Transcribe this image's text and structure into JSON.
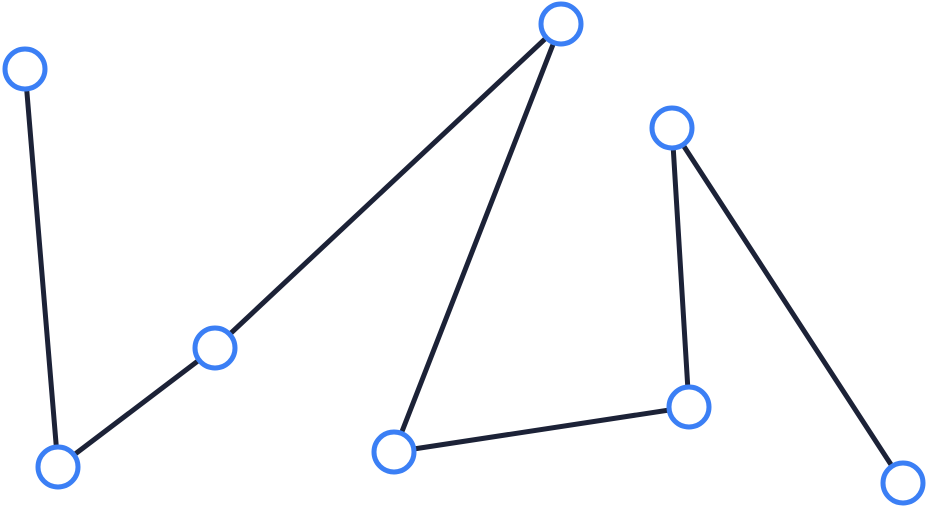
{
  "diagram": {
    "colors": {
      "edge": "#1c2237",
      "node_stroke": "#3b7ff5",
      "node_fill": "#ffffff",
      "background": "#ffffff"
    },
    "nodes": [
      {
        "id": "n1"
      },
      {
        "id": "n2"
      },
      {
        "id": "n3"
      },
      {
        "id": "n4"
      },
      {
        "id": "n5"
      },
      {
        "id": "n6"
      },
      {
        "id": "n7"
      },
      {
        "id": "n8"
      }
    ],
    "edges": [
      {
        "from": "n1",
        "to": "n2"
      },
      {
        "from": "n2",
        "to": "n3"
      },
      {
        "from": "n3",
        "to": "n4"
      },
      {
        "from": "n4",
        "to": "n5"
      },
      {
        "from": "n5",
        "to": "n6"
      },
      {
        "from": "n6",
        "to": "n7"
      },
      {
        "from": "n7",
        "to": "n8"
      }
    ]
  }
}
